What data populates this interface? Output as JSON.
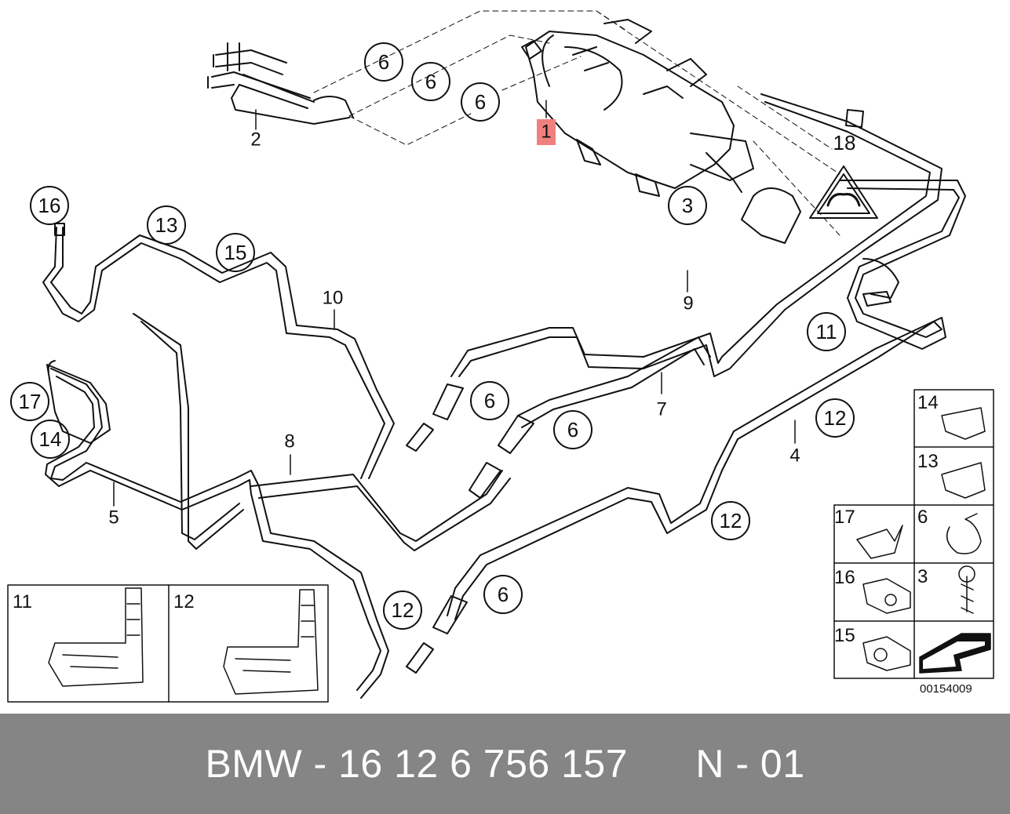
{
  "diagram": {
    "callouts": [
      {
        "id": "c6a",
        "label": "6"
      },
      {
        "id": "c6b",
        "label": "6"
      },
      {
        "id": "c6c",
        "label": "6"
      },
      {
        "id": "c18",
        "label": "18"
      },
      {
        "id": "c3",
        "label": "3"
      },
      {
        "id": "c16",
        "label": "16"
      },
      {
        "id": "c13",
        "label": "13"
      },
      {
        "id": "c15",
        "label": "15"
      },
      {
        "id": "c11",
        "label": "11"
      },
      {
        "id": "c17",
        "label": "17"
      },
      {
        "id": "c14",
        "label": "14"
      },
      {
        "id": "c6d",
        "label": "6"
      },
      {
        "id": "c6e",
        "label": "6"
      },
      {
        "id": "c12a",
        "label": "12"
      },
      {
        "id": "c12b",
        "label": "12"
      },
      {
        "id": "c12c",
        "label": "12"
      },
      {
        "id": "c6f",
        "label": "6"
      }
    ],
    "plain_labels": [
      {
        "id": "l1",
        "label": "1",
        "highlight": "#f08080"
      },
      {
        "id": "l2",
        "label": "2"
      },
      {
        "id": "l9",
        "label": "9"
      },
      {
        "id": "l10",
        "label": "10"
      },
      {
        "id": "l7",
        "label": "7"
      },
      {
        "id": "l4",
        "label": "4"
      },
      {
        "id": "l8",
        "label": "8"
      },
      {
        "id": "l5",
        "label": "5"
      }
    ],
    "inset_left": [
      {
        "id": "i11",
        "label": "11"
      },
      {
        "id": "i12",
        "label": "12"
      }
    ],
    "inset_right": [
      {
        "id": "r14",
        "label": "14"
      },
      {
        "id": "r13",
        "label": "13"
      },
      {
        "id": "r17",
        "label": "17"
      },
      {
        "id": "r6",
        "label": "6"
      },
      {
        "id": "r16",
        "label": "16"
      },
      {
        "id": "r3",
        "label": "3"
      },
      {
        "id": "r15",
        "label": "15"
      }
    ],
    "diagram_code": "00154009"
  },
  "footer": {
    "text": "BMW - 16 12 6 756 157      N - 01",
    "background": "#858585",
    "color": "#ffffff"
  }
}
